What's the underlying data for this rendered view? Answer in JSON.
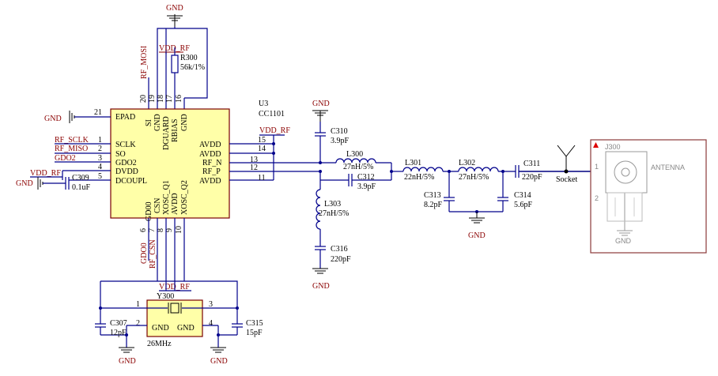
{
  "chip": {
    "ref": "U3",
    "part": "CC1101",
    "left_pins": [
      {
        "num": "21",
        "name": "EPAD",
        "net": "GND"
      },
      {
        "num": "1",
        "name": "SCLK",
        "net": "RF_SCLK"
      },
      {
        "num": "2",
        "name": "SO",
        "net": "RF_MISO"
      },
      {
        "num": "3",
        "name": "GDO2",
        "net": "GDO2"
      },
      {
        "num": "4",
        "name": "DVDD",
        "net": "VDD_RF"
      },
      {
        "num": "5",
        "name": "DCOUPL",
        "net": ""
      }
    ],
    "right_pins": [
      {
        "num": "15",
        "name": "AVDD"
      },
      {
        "num": "14",
        "name": "AVDD"
      },
      {
        "num": "13",
        "name": "RF_N"
      },
      {
        "num": "12",
        "name": "RF_P"
      },
      {
        "num": "11",
        "name": "AVDD"
      }
    ],
    "top_pins": [
      {
        "num": "20",
        "name": "SI"
      },
      {
        "num": "19",
        "name": "GND"
      },
      {
        "num": "18",
        "name": "DGUARD"
      },
      {
        "num": "17",
        "name": "RBIAS"
      },
      {
        "num": "16",
        "name": "GND"
      }
    ],
    "bottom_pins": [
      {
        "num": "6",
        "name": "GD00"
      },
      {
        "num": "7",
        "name": "CSN"
      },
      {
        "num": "8",
        "name": "XOSC_Q1"
      },
      {
        "num": "9",
        "name": "AVDD"
      },
      {
        "num": "10",
        "name": "XOSC_Q2"
      }
    ]
  },
  "nets": {
    "gnd": "GND",
    "vdd_rf": "VDD_RF",
    "rf_mosi": "RF_MOSI",
    "gdo0": "GDO0",
    "rf_csn": "RF_CSN"
  },
  "components": {
    "r300": {
      "ref": "R300",
      "value": "56k/1%"
    },
    "c309": {
      "ref": "C309",
      "value": "0.1uF"
    },
    "c310": {
      "ref": "C310",
      "value": "3.9pF"
    },
    "l300": {
      "ref": "L300",
      "value": "27nH/5%"
    },
    "c312": {
      "ref": "C312",
      "value": "3.9pF"
    },
    "l301": {
      "ref": "L301",
      "value": "22nH/5%"
    },
    "l302": {
      "ref": "L302",
      "value": "27nH/5%"
    },
    "c311": {
      "ref": "C311",
      "value": "220pF"
    },
    "c313": {
      "ref": "C313",
      "value": "8.2pF"
    },
    "c314": {
      "ref": "C314",
      "value": "5.6pF"
    },
    "l303": {
      "ref": "L303",
      "value": "27nH/5%"
    },
    "c316": {
      "ref": "C316",
      "value": "220pF"
    },
    "y300": {
      "ref": "Y300",
      "value": "26MHz",
      "pin1": "1",
      "pin2": "2",
      "pin3": "3",
      "pin4": "4",
      "gnd_a": "GND",
      "gnd_b": "GND"
    },
    "c307": {
      "ref": "C307",
      "value": "12pF"
    },
    "c315": {
      "ref": "C315",
      "value": "15pF"
    }
  },
  "antenna": {
    "socket_label": "Socket",
    "ref": "J300",
    "name": "ANTENNA",
    "pin1": "1",
    "pin2": "2",
    "gnd": "GND"
  },
  "colors": {
    "chip_fill": "#ffffa8",
    "wire": "#00008b",
    "net_label": "#8b0000",
    "antenna_marker": "#dd0000"
  }
}
